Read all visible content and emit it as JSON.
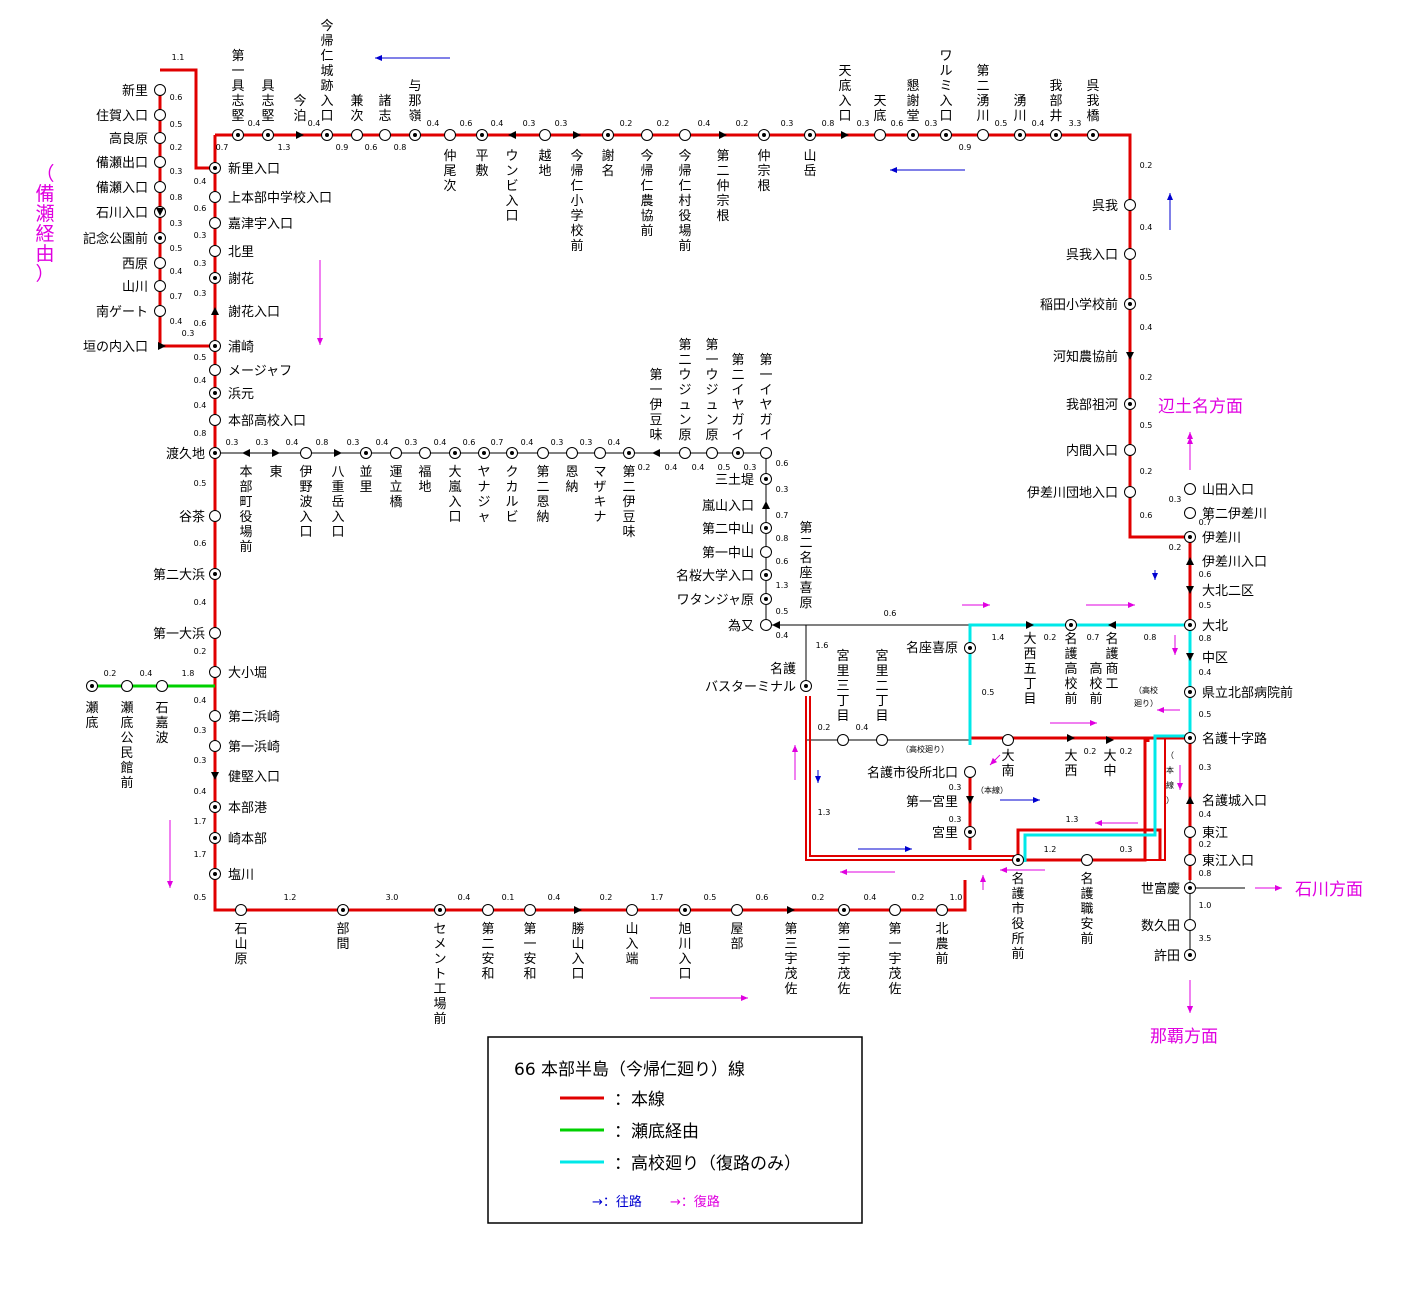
{
  "colors": {
    "main": "#e00000",
    "sesoko": "#00d000",
    "school": "#00e8e8",
    "outbound": "#0000d0",
    "return": "#e000e0"
  },
  "legend": {
    "title": "66 本部半島（今帰仁廻り）線",
    "main": "：本線",
    "sesoko": "：瀬底経由",
    "school": "：高校廻り（復路のみ）",
    "outbound_arrow": "→：往路",
    "return_arrow": "→：復路"
  },
  "directions": {
    "henna": "辺土名方面",
    "ishikawa": "石川方面",
    "naha": "那覇方面",
    "bise": "（備瀬経由）"
  },
  "notes": {
    "honsen": "（本線）",
    "honsen_v": "（本線）",
    "koko1": "（高校廻り）",
    "koko2": "（高校廻り）"
  },
  "stations": {
    "shinzato": "新里",
    "sumugaiiriguchi": "住賀入口",
    "takarahara": "高良原",
    "bisede": "備瀬出口",
    "biseiriguchi": "備瀬入口",
    "ishikawairiguchi": "石川入口",
    "kinenkoen": "記念公園前",
    "nishihara": "西原",
    "yamakawa": "山川",
    "minamigate": "南ゲート",
    "kakinouchi": "垣の内入口",
    "shinzatoiriguchi": "新里入口",
    "kamimotobu": "上本部中学校入口",
    "kadzuuiriguchi": "嘉津宇入口",
    "kitazato": "北里",
    "jahana": "謝花",
    "jahanairiguchi": "謝花入口",
    "urasaki": "浦崎",
    "mejafu": "メージャフ",
    "hamamoto": "浜元",
    "motobukoko": "本部高校入口",
    "toguchi": "渡久地",
    "tanicha": "谷茶",
    "daini_oohama": "第二大浜",
    "daiichi_oohama": "第一大浜",
    "ooshoboru": "大小堀",
    "daini_hamazaki": "第二浜崎",
    "daiichi_hamazaki": "第一浜崎",
    "kenkeniriguchi": "健堅入口",
    "motobuko": "本部港",
    "sakimotobu": "崎本部",
    "shiokawa": "塩川",
    "sesoko": "瀬底",
    "sesokokominkan": "瀬底公民館前",
    "ishikaba": "石嘉波",
    "gushikendai1": "第一具志堅",
    "gushiken": "具志堅",
    "imadomari": "今泊",
    "nakijinjoseki": "今帰仁城跡入口",
    "kaneshi": "兼次",
    "shoshi": "諸志",
    "yonamine": "与那嶺",
    "nakaoshi": "仲尾次",
    "hirashiki": "平敷",
    "unbi": "ウンビ入口",
    "koeji": "越地",
    "nakijinsho": "今帰仁小学校前",
    "jana": "謝名",
    "nakijinnokyo": "今帰仁農協前",
    "nakijinson": "今帰仁村役場前",
    "daini_nakasone": "第二仲宗根",
    "nakasone": "仲宗根",
    "sanga": "山岳",
    "tensoko_iri": "天底入口",
    "tensoko": "天底",
    "kenkendo": "懇謝堂",
    "warumi": "ワルミ入口",
    "daini_waku": "第二湧川",
    "wakugawa": "湧川",
    "gabui": "我部井",
    "gogahashi": "呉我橋",
    "goga": "呉我",
    "gogairiguchi": "呉我入口",
    "inadasho": "稲田小学校前",
    "kachinokyo": "河知農協前",
    "gabuso": "我部祖河",
    "uchimairi": "内間入口",
    "isagawadanchi": "伊差川団地入口",
    "yamadairi": "山田入口",
    "daini_isagawa": "第二伊差川",
    "isagawa": "伊差川",
    "isagawairi": "伊差川入口",
    "oogita2": "大北二区",
    "oogita": "大北",
    "chuku": "中区",
    "kenritsu": "県立北部病院前",
    "nagojujiro": "名護十字路",
    "nagojoiri": "名護城入口",
    "higashie": "東江",
    "higashieiri": "東江入口",
    "yofuke": "世富慶",
    "sukuta": "数久田",
    "kyoda": "許田",
    "hontobu": "本部町役場前",
    "higashi": "東",
    "inoha": "伊野波入口",
    "yaedake": "八重岳入口",
    "namizato": "並里",
    "untenbashi": "運立橋",
    "fukuchi": "福地",
    "ooarashi": "大嵐入口",
    "yanaja": "ヤナジャ",
    "kukarubi": "クカルビ",
    "daini_onna": "第二恩納",
    "onna": "恩納",
    "mazakina": "マザキナ",
    "daini_izumi": "第二伊豆味",
    "daiichi_izumi": "第一伊豆味",
    "daini_ujun": "第二ウジュン原",
    "daiichi_ujun": "第一ウジュン原",
    "daini_iyagai": "第二イヤガイ",
    "daiichi_iyagai": "第一イヤガイ",
    "sandotsutsumi": "三土堤",
    "arashiyama": "嵐山入口",
    "daini_nakayama": "第二中山",
    "daiichi_nakayama": "第一中山",
    "meiodai": "名桜大学入口",
    "wataja": "ワタンジャ原",
    "bimata": "為又",
    "daini_nagokihara": "第二名座喜原",
    "nagobusterminal": "名護バスターミナル",
    "miyazato3": "宮里三丁目",
    "miyazato2": "宮里二丁目",
    "nagokihara": "名座喜原",
    "ooniishi5": "大西五丁目",
    "nagokoko": "名護高校前",
    "nagoshoko": "名護商工高校前",
    "nagoshiyakushokita": "名護市役所北口",
    "ominami": "大南",
    "onishi": "大西",
    "onaka": "大中",
    "daiichi_miyazato": "第一宮里",
    "miyazato": "宮里",
    "nagoshiyakusho": "名護市役所前",
    "nagoshokuan": "名護職安前",
    "ishiyamahara": "石山原",
    "bema": "部間",
    "cement": "セメント工場前",
    "daini_awa": "第二安和",
    "daiichi_awa": "第一安和",
    "katsuyama": "勝山入口",
    "yamairihata": "山入端",
    "asahikawa": "旭川入口",
    "yabu": "屋部",
    "daisan_umusa": "第三宇茂佐",
    "daini_umusa": "第二宇茂佐",
    "daiichi_umusa": "第一宇茂佐",
    "kitanoko": "北農前"
  },
  "distances": {
    "d_1_1": "1.1",
    "d_0_6": "0.6",
    "d_0_5": "0.5",
    "d_0_2": "0.2",
    "d_0_3": "0.3",
    "d_0_8": "0.8",
    "d_0_4": "0.4",
    "d_0_7": "0.7",
    "d_1_3": "1.3",
    "d_0_9": "0.9",
    "d_3_3": "3.3",
    "d_1_8": "1.8",
    "d_1_7": "1.7",
    "d_1_2": "1.2",
    "d_3_0": "3.0",
    "d_0_1": "0.1",
    "d_1_0": "1.0",
    "d_3_5": "3.5",
    "d_1_6": "1.6",
    "d_1_4": "1.4"
  }
}
